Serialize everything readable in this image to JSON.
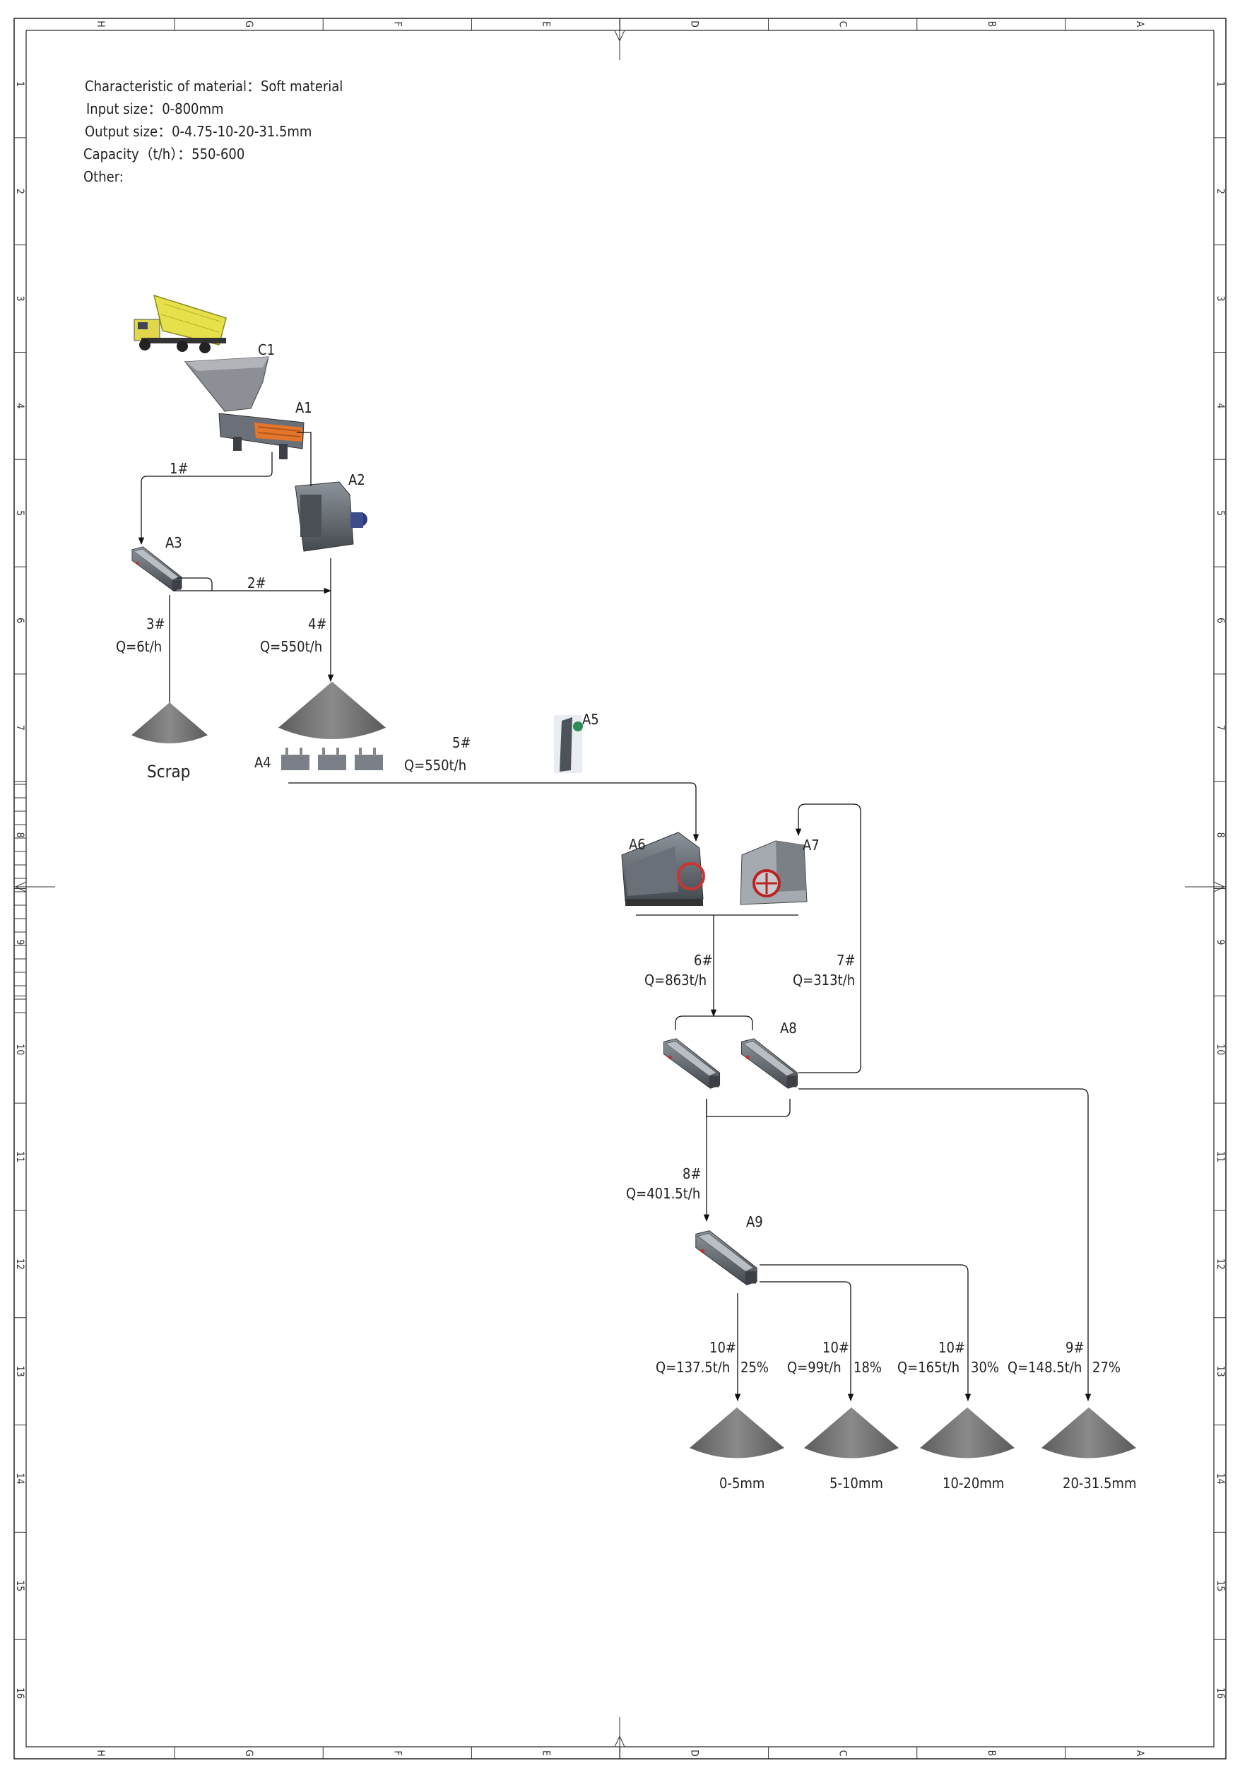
{
  "notes": {
    "characteristic": "Characteristic of material：Soft material",
    "input_size": "Input size：0-800mm",
    "output_size": "Output size：0-4.75-10-20-31.5mm",
    "capacity": "Capacity（t/h）：550-600",
    "other": "Other:"
  },
  "frame": {
    "column_letters": [
      "H",
      "G",
      "F",
      "E",
      "D",
      "C",
      "B",
      "A"
    ],
    "row_numbers": [
      "1",
      "2",
      "3",
      "4",
      "5",
      "6",
      "7",
      "8",
      "9",
      "10",
      "11",
      "12",
      "13",
      "14",
      "15",
      "16"
    ]
  },
  "equipment": {
    "c1": "C1",
    "a1": "A1",
    "a2": "A2",
    "a3": "A3",
    "a4": "A4",
    "a5": "A5",
    "a6": "A6",
    "a7": "A7",
    "a8": "A8",
    "a9": "A9"
  },
  "flows": {
    "f1": {
      "id": "1#"
    },
    "f2": {
      "id": "2#"
    },
    "f3": {
      "id": "3#",
      "q": "Q=6t/h"
    },
    "f4": {
      "id": "4#",
      "q": "Q=550t/h"
    },
    "f5": {
      "id": "5#",
      "q": "Q=550t/h"
    },
    "f6": {
      "id": "6#",
      "q": "Q=863t/h"
    },
    "f7": {
      "id": "7#",
      "q": "Q=313t/h"
    },
    "f8": {
      "id": "8#",
      "q": "Q=401.5t/h"
    },
    "p1": {
      "id": "10#",
      "q": "Q=137.5t/h",
      "pct": "25%"
    },
    "p2": {
      "id": "10#",
      "q": "Q=99t/h",
      "pct": "18%"
    },
    "p3": {
      "id": "10#",
      "q": "Q=165t/h",
      "pct": "30%"
    },
    "p4": {
      "id": "9#",
      "q": "Q=148.5t/h",
      "pct": "27%"
    }
  },
  "piles": {
    "scrap": "Scrap",
    "prod1": "0-5mm",
    "prod2": "5-10mm",
    "prod3": "10-20mm",
    "prod4": "20-31.5mm"
  },
  "colors": {
    "pile": "#6e6e6e",
    "machine": "#5a5f66",
    "truck": "#e8e24a",
    "line": "#111111"
  }
}
